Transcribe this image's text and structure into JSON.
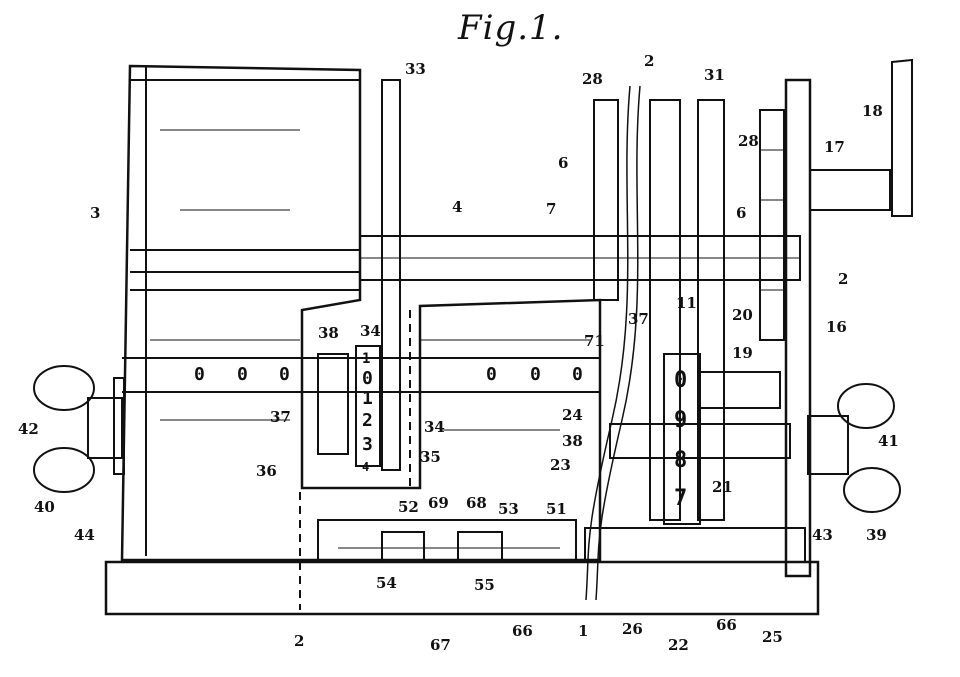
{
  "figure": {
    "title": "Fig.1.",
    "labels": [
      "33",
      "28",
      "2",
      "31",
      "18",
      "28",
      "17",
      "6",
      "7",
      "6",
      "3",
      "4",
      "2",
      "11",
      "16",
      "38",
      "34",
      "37",
      "20",
      "71",
      "19",
      "37",
      "24",
      "42",
      "41",
      "34",
      "38",
      "23",
      "36",
      "35",
      "40",
      "21",
      "39",
      "44",
      "52",
      "69",
      "68",
      "53",
      "51",
      "43",
      "54",
      "55",
      "2",
      "67",
      "66",
      "1",
      "26",
      "22",
      "66",
      "25"
    ],
    "left_counter_digits": [
      "0",
      "0",
      "0"
    ],
    "right_counter_digits": [
      "0",
      "0",
      "0"
    ],
    "left_wheel_digits": [
      "1",
      "0",
      "1",
      "2",
      "3",
      "4"
    ],
    "right_wheel_digits": [
      "0",
      "9",
      "8",
      "7"
    ]
  }
}
